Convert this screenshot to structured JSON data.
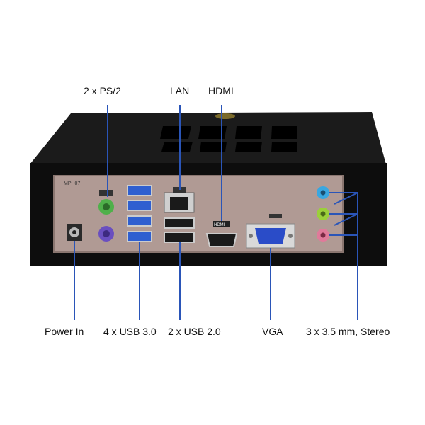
{
  "labels": {
    "ps2": "2 x PS/2",
    "lan": "LAN",
    "hdmi": "HDMI",
    "power": "Power In",
    "usb3": "4 x USB 3.0",
    "usb2": "2 x USB 2.0",
    "vga": "VGA",
    "audio": "3 x 3.5 mm, Stereo"
  },
  "panel": {
    "model_text": "MPH07I",
    "hdmi_text": "HDMI"
  },
  "colors": {
    "leader_line": "#2a55b8",
    "chassis": "#111111",
    "io_plate": "#b09a94",
    "ps2_keyboard": "#6a4fc0",
    "ps2_mouse": "#4fb04a",
    "usb3_port": "#2f5fd0",
    "vga_port": "#2a4cc8",
    "audio_blue": "#3aa7e0",
    "audio_green": "#9bd03a",
    "audio_pink": "#e07a9a"
  }
}
